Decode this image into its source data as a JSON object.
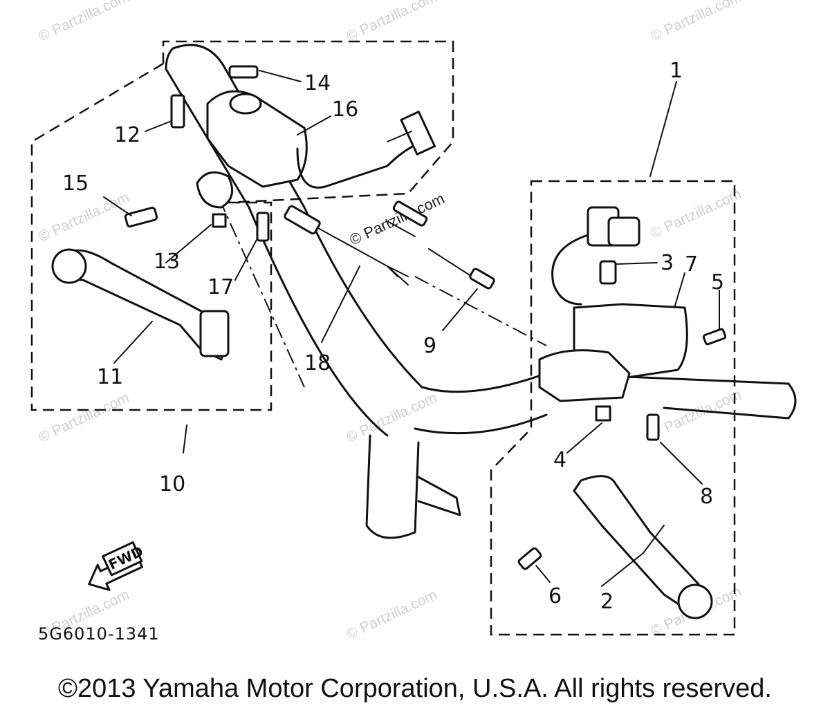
{
  "diagram": {
    "callouts": {
      "c1": "1",
      "c2": "2",
      "c3": "3",
      "c4": "4",
      "c5": "5",
      "c6": "6",
      "c7": "7",
      "c8": "8",
      "c9": "9",
      "c10": "10",
      "c11": "11",
      "c12": "12",
      "c13": "13",
      "c14": "14",
      "c15": "15",
      "c16": "16",
      "c17": "17",
      "c18": "18"
    },
    "fwd_label": "FWD",
    "diagram_code": "5G6010-1341",
    "watermark": "© Partzilla.com",
    "watermark_center": "© Partzilla.com"
  },
  "footer": {
    "copyright": "©2013 Yamaha Motor Corporation, U.S.A. All rights reserved."
  }
}
